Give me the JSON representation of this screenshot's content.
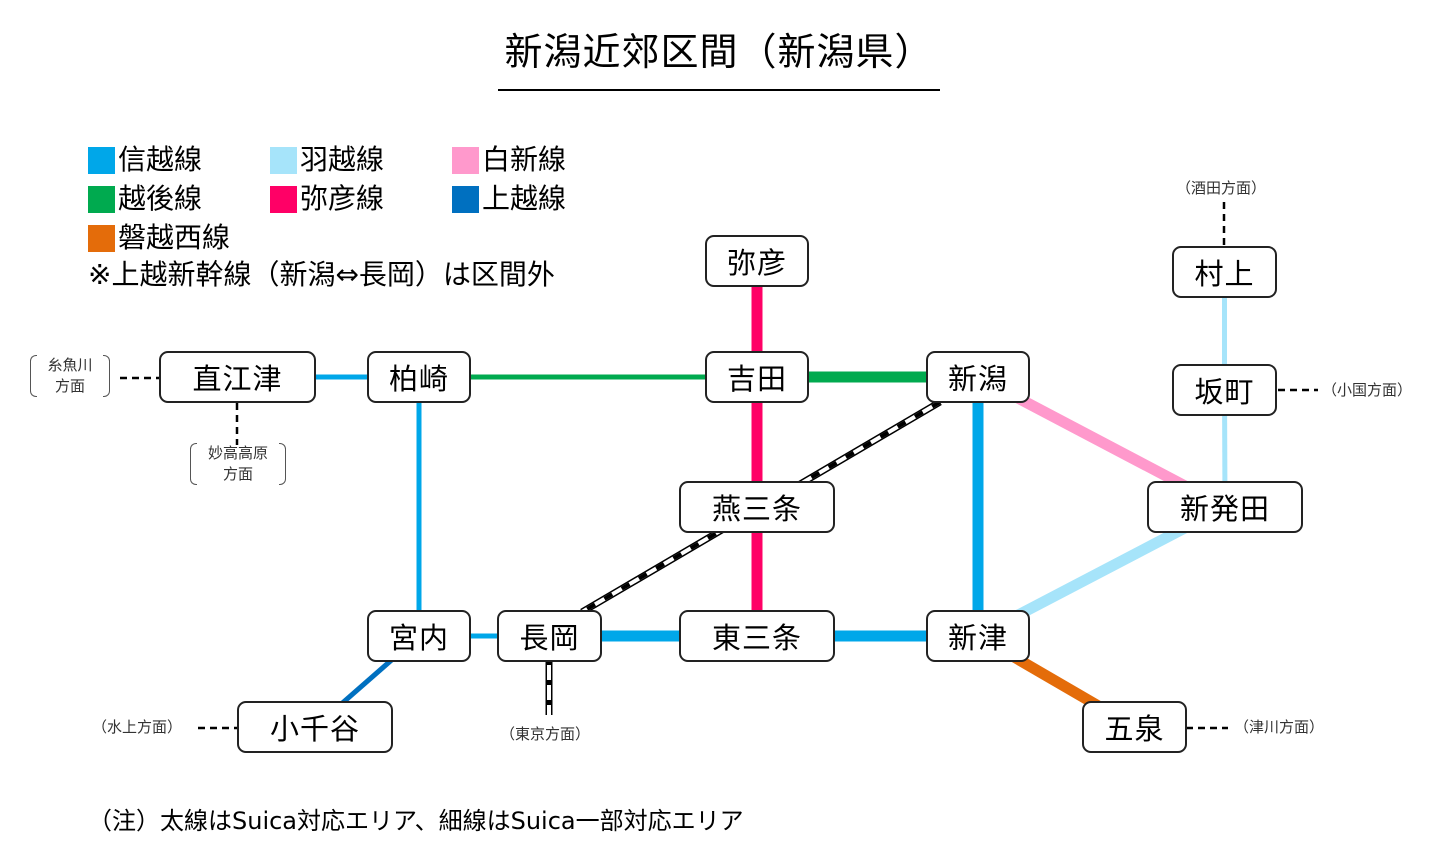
{
  "title": "新潟近郊区間（新潟県）",
  "legend": {
    "items": [
      {
        "id": "shinetsu",
        "label": "信越線",
        "color": "#00a7e9"
      },
      {
        "id": "uetsu",
        "label": "羽越線",
        "color": "#a6e4fa"
      },
      {
        "id": "hakushin",
        "label": "白新線",
        "color": "#ff99cc"
      },
      {
        "id": "echigo",
        "label": "越後線",
        "color": "#00aa4f"
      },
      {
        "id": "yahiko",
        "label": "弥彦線",
        "color": "#ff0066"
      },
      {
        "id": "joetsu",
        "label": "上越線",
        "color": "#0070c0"
      },
      {
        "id": "banetsusai",
        "label": "磐越西線",
        "color": "#e46c0a"
      }
    ],
    "note": "※上越新幹線（新潟⇔長岡）は区間外"
  },
  "stations": {
    "naoetsu": "直江津",
    "kashiwazaki": "柏崎",
    "yahiko": "弥彦",
    "yoshida": "吉田",
    "niigata": "新潟",
    "murakami": "村上",
    "sakamachi": "坂町",
    "tsubamesanjo": "燕三条",
    "shibata": "新発田",
    "miyauchi": "宮内",
    "nagaoka": "長岡",
    "higashisanjo": "東三条",
    "niitsu": "新津",
    "ojiya": "小千谷",
    "gosen": "五泉"
  },
  "directions": {
    "itoigawa": [
      "糸魚川",
      "方面"
    ],
    "myokokogen": [
      "妙高高原",
      "方面"
    ],
    "sakata": "（酒田方面）",
    "oguni": "（小国方面）",
    "minakami": "（水上方面）",
    "tokyo": "（東京方面）",
    "tsugawa": "（津川方面）"
  },
  "segments": [
    {
      "from": "naoetsu",
      "to": "kashiwazaki",
      "line": "shinetsu",
      "suica": "partial"
    },
    {
      "from": "kashiwazaki",
      "to": "miyauchi",
      "line": "shinetsu",
      "suica": "partial"
    },
    {
      "from": "miyauchi",
      "to": "nagaoka",
      "line": "shinetsu",
      "suica": "partial"
    },
    {
      "from": "nagaoka",
      "to": "higashisanjo",
      "line": "shinetsu",
      "suica": "full"
    },
    {
      "from": "higashisanjo",
      "to": "niitsu",
      "line": "shinetsu",
      "suica": "full"
    },
    {
      "from": "niitsu",
      "to": "niigata",
      "line": "shinetsu",
      "suica": "full"
    },
    {
      "from": "kashiwazaki",
      "to": "yoshida",
      "line": "echigo",
      "suica": "partial"
    },
    {
      "from": "yoshida",
      "to": "niigata",
      "line": "echigo",
      "suica": "full"
    },
    {
      "from": "yahiko",
      "to": "yoshida",
      "line": "yahiko",
      "suica": "full"
    },
    {
      "from": "yoshida",
      "to": "tsubamesanjo",
      "line": "yahiko",
      "suica": "full"
    },
    {
      "from": "tsubamesanjo",
      "to": "higashisanjo",
      "line": "yahiko",
      "suica": "full"
    },
    {
      "from": "niigata",
      "to": "shibata",
      "line": "hakushin",
      "suica": "full"
    },
    {
      "from": "niitsu",
      "to": "shibata",
      "line": "uetsu",
      "suica": "full"
    },
    {
      "from": "shibata",
      "to": "sakamachi",
      "line": "uetsu",
      "suica": "partial"
    },
    {
      "from": "sakamachi",
      "to": "murakami",
      "line": "uetsu",
      "suica": "partial"
    },
    {
      "from": "miyauchi",
      "to": "ojiya",
      "line": "joetsu",
      "suica": "partial"
    },
    {
      "from": "niitsu",
      "to": "gosen",
      "line": "banetsusai",
      "suica": "full"
    }
  ],
  "footnote": "（注）太線はSuica対応エリア、細線はSuica一部対応エリア"
}
